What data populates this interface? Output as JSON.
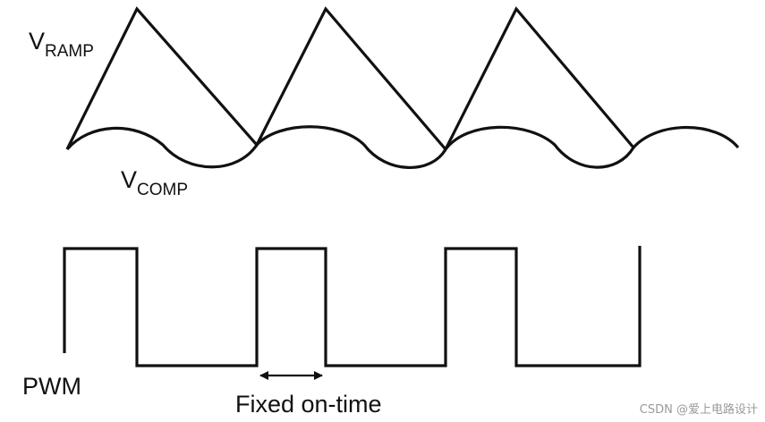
{
  "labels": {
    "ramp_main": "V",
    "ramp_sub": "RAMP",
    "comp_main": "V",
    "comp_sub": "COMP",
    "pwm": "PWM",
    "on_time": "Fixed on-time"
  },
  "watermark": "CSDN @爱上电路设计"
}
